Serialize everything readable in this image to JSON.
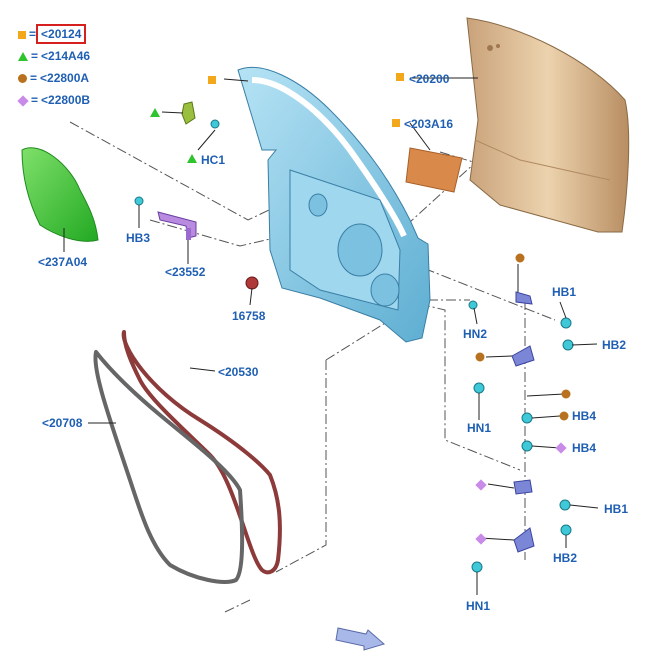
{
  "legend": [
    {
      "marker": "square",
      "color": "#f3a81c",
      "text": "<20124",
      "highlighted": true
    },
    {
      "marker": "triangle",
      "color": "#2ec42e",
      "text": "<214A46"
    },
    {
      "marker": "circle",
      "color": "#b8721f",
      "text": "<22800A"
    },
    {
      "marker": "diamond",
      "color": "#c98be8",
      "text": "<22800B"
    }
  ],
  "equals_sign": "=",
  "labels": {
    "door_panel": "<20200",
    "insulator": "<203A16",
    "hc1": "HC1",
    "hb3": "HB3",
    "shield": "<237A04",
    "check_strap": "<23552",
    "plug": "16758",
    "hn2": "HN2",
    "hb1_upper": "HB1",
    "hb2_upper": "HB2",
    "hn1_upper": "HN1",
    "hb4_a": "HB4",
    "hb4_b": "HB4",
    "hb1_lower": "HB1",
    "hb2_lower": "HB2",
    "hn1_lower": "HN1",
    "weatherstrip_outer": "<20530",
    "weatherstrip_inner": "<20708"
  },
  "colors": {
    "label_blue": "#1f5fb3",
    "door_frame": "#8fd0ec",
    "door_panel": "#e2c59f",
    "shield_green": "#3fcf3a",
    "insulator_orange": "#d98a4a",
    "seal_red": "#8c3a3a",
    "seal_gray": "#6b6b6b",
    "bracket_blue": "#7c86d6",
    "clip_cyan": "#3fc8d8",
    "highlight_red": "#d62020"
  },
  "icons": [
    "orange-square-marker",
    "green-triangle-marker",
    "brown-circle-marker",
    "purple-diamond-marker",
    "direction-arrow-icon"
  ]
}
